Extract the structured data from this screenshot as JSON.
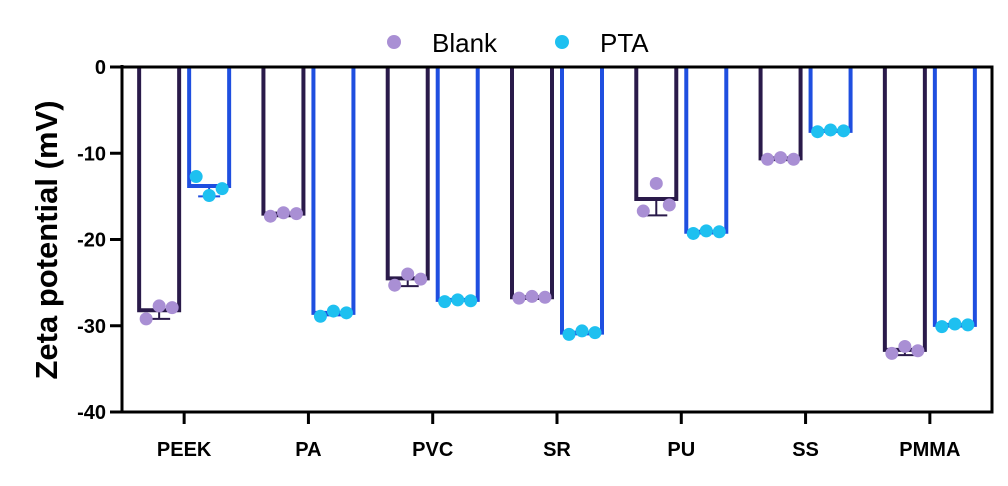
{
  "chart_data": {
    "type": "bar",
    "title": "",
    "xlabel": "",
    "ylabel": "Zeta potential (mV)",
    "ylim": [
      -40,
      0
    ],
    "yticks": [
      0,
      -10,
      -20,
      -30,
      -40
    ],
    "ytick_labels": [
      "0",
      "-10",
      "-20",
      "-30",
      "-40"
    ],
    "categories": [
      "PEEK",
      "PA",
      "PVC",
      "SR",
      "PU",
      "SS",
      "PMMA"
    ],
    "legend_position": "top-center",
    "grid": false,
    "series": [
      {
        "name": "Blank",
        "bar_color": "#2a1a4a",
        "point_color": "#a98fd4",
        "means": [
          -28.2,
          -17.0,
          -24.5,
          -26.7,
          -15.3,
          -10.6,
          -32.8
        ],
        "errors": [
          1.0,
          0.3,
          0.9,
          0.2,
          1.9,
          0.2,
          0.6
        ],
        "points": [
          [
            -29.2,
            -27.7,
            -27.9
          ],
          [
            -17.3,
            -16.9,
            -17.0
          ],
          [
            -25.3,
            -24.0,
            -24.6
          ],
          [
            -26.8,
            -26.6,
            -26.7
          ],
          [
            -16.7,
            -13.5,
            -16.0
          ],
          [
            -10.7,
            -10.5,
            -10.7
          ],
          [
            -33.2,
            -32.4,
            -32.9
          ]
        ]
      },
      {
        "name": "PTA",
        "bar_color": "#1f4fe0",
        "point_color": "#1ec0f0",
        "means": [
          -13.8,
          -28.5,
          -27.0,
          -30.8,
          -19.1,
          -7.4,
          -29.9
        ],
        "errors": [
          1.2,
          0.3,
          0.1,
          0.2,
          0.2,
          0.1,
          0.2
        ],
        "points": [
          [
            -12.7,
            -14.9,
            -14.1
          ],
          [
            -28.9,
            -28.3,
            -28.5
          ],
          [
            -27.2,
            -27.0,
            -27.1
          ],
          [
            -31.0,
            -30.6,
            -30.8
          ],
          [
            -19.3,
            -19.0,
            -19.1
          ],
          [
            -7.5,
            -7.3,
            -7.4
          ],
          [
            -30.1,
            -29.8,
            -29.9
          ]
        ]
      }
    ]
  }
}
